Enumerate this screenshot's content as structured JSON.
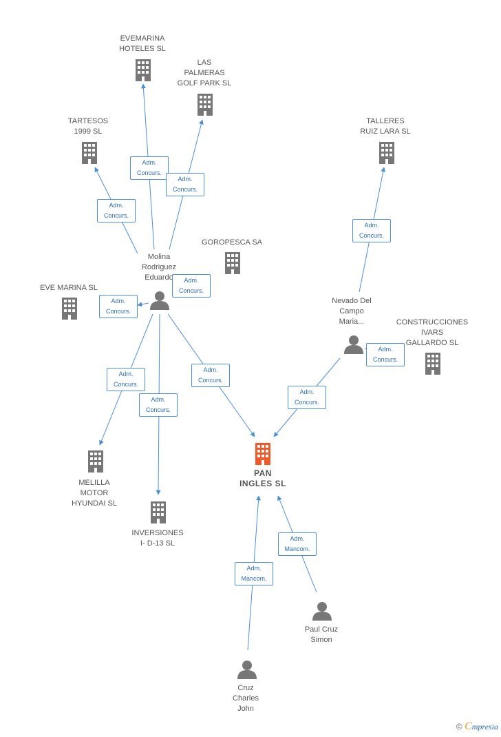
{
  "colors": {
    "edge": "#4a90d9",
    "company_icon": "#777777",
    "main_company_icon": "#f05a28",
    "person_icon": "#777777",
    "label": "#555555"
  },
  "nodes": [
    {
      "id": "evemarina-hoteles",
      "type": "company",
      "label": "EVEMARINA\nHOTELES SL"
    },
    {
      "id": "las-palmeras",
      "type": "company",
      "label": "LAS\nPALMERAS\nGOLF PARK SL"
    },
    {
      "id": "tartesos",
      "type": "company",
      "label": "TARTESOS\n1999 SL"
    },
    {
      "id": "talleres",
      "type": "company",
      "label": "TALLERES\nRUIZ LARA SL"
    },
    {
      "id": "goropesca",
      "type": "company",
      "label": "GOROPESCA SA"
    },
    {
      "id": "eve-marina",
      "type": "company",
      "label": "EVE MARINA SL"
    },
    {
      "id": "construcciones",
      "type": "company",
      "label": "CONSTRUCCIONES\nIVARS\nGALLARDO SL"
    },
    {
      "id": "melilla",
      "type": "company",
      "label": "MELILLA\nMOTOR\nHYUNDAI SL"
    },
    {
      "id": "inversiones",
      "type": "company",
      "label": "INVERSIONES\nI- D-13 SL"
    },
    {
      "id": "pan-ingles",
      "type": "main",
      "label": "PAN\nINGLES SL"
    },
    {
      "id": "molina",
      "type": "person",
      "label": "Molina\nRodriguez\nEduardo"
    },
    {
      "id": "nevado",
      "type": "person",
      "label": "Nevado Del\nCampo\nMaria..."
    },
    {
      "id": "paul",
      "type": "person",
      "label": "Paul Cruz\nSimon"
    },
    {
      "id": "cruz",
      "type": "person",
      "label": "Cruz\nCharles\nJohn"
    }
  ],
  "relations": [
    {
      "from": "molina",
      "to": "evemarina-hoteles",
      "line1": "Adm.",
      "line2": "Concurs."
    },
    {
      "from": "molina",
      "to": "las-palmeras",
      "line1": "Adm.",
      "line2": "Concurs."
    },
    {
      "from": "molina",
      "to": "tartesos",
      "line1": "Adm.",
      "line2": "Concurs."
    },
    {
      "from": "molina",
      "to": "goropesca",
      "line1": "Adm.",
      "line2": "Concurs."
    },
    {
      "from": "molina",
      "to": "eve-marina",
      "line1": "Adm.",
      "line2": "Concurs."
    },
    {
      "from": "molina",
      "to": "melilla",
      "line1": "Adm.",
      "line2": "Concurs."
    },
    {
      "from": "molina",
      "to": "inversiones",
      "line1": "Adm.",
      "line2": "Concurs."
    },
    {
      "from": "molina",
      "to": "pan-ingles",
      "line1": "Adm.",
      "line2": "Concurs."
    },
    {
      "from": "nevado",
      "to": "talleres",
      "line1": "Adm.",
      "line2": "Concurs."
    },
    {
      "from": "nevado",
      "to": "construcciones",
      "line1": "Adm.",
      "line2": "Concurs."
    },
    {
      "from": "nevado",
      "to": "pan-ingles",
      "line1": "Adm.",
      "line2": "Concurs."
    },
    {
      "from": "cruz",
      "to": "pan-ingles",
      "line1": "Adm.",
      "line2": "Mancom."
    },
    {
      "from": "paul",
      "to": "pan-ingles",
      "line1": "Adm.",
      "line2": "Mancom."
    }
  ],
  "footer": {
    "copyright_symbol": "©",
    "brand_initial": "C",
    "brand_rest": "mpresia"
  }
}
